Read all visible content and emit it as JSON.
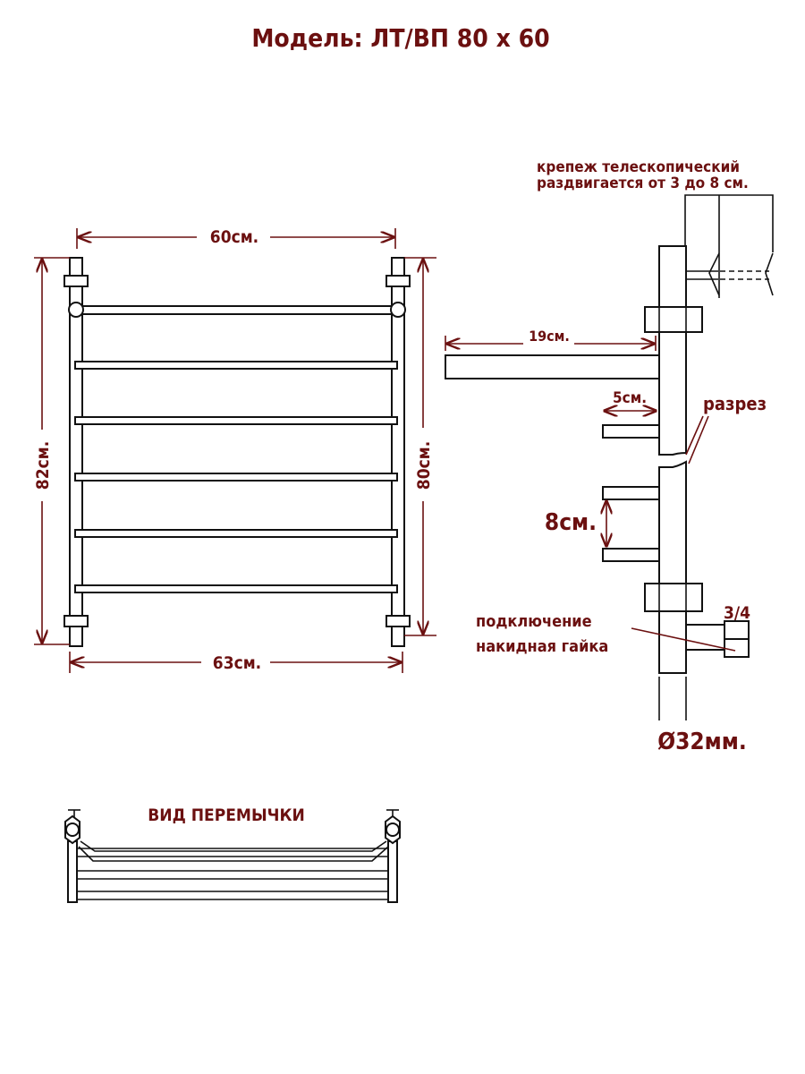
{
  "title": "Модель: ЛТ/ВП 80 х 60",
  "front_view": {
    "width_top": "60см.",
    "width_bottom": "63см.",
    "height_left": "82см.",
    "height_right": "80см."
  },
  "side_view": {
    "mount_note_line1": "крепеж телескопический",
    "mount_note_line2": "раздвигается от 3 до 8 см.",
    "depth_bar": "19см.",
    "depth_short": "5см.",
    "cut_label": "разрез",
    "bar_spacing": "8см.",
    "connection_line1": "подключение",
    "connection_line2": "накидная гайка",
    "thread_size": "3/4",
    "pipe_diameter": "Ø32мм."
  },
  "jumper_view": {
    "label": "ВИД ПЕРЕМЫЧКИ"
  },
  "colors": {
    "label": "#6b1010",
    "line": "#111111"
  }
}
